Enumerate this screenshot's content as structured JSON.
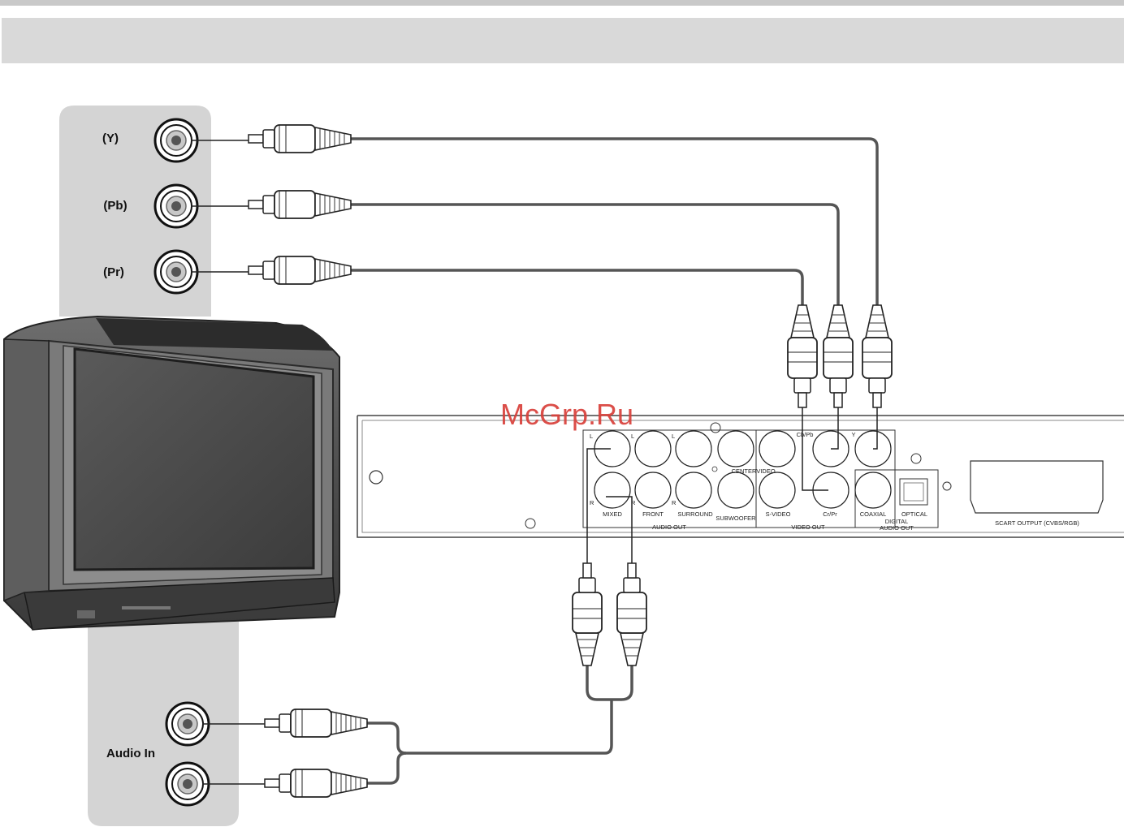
{
  "watermark": "McGrp.Ru",
  "tv_panel": {
    "inputs": [
      "(Y)",
      "(Pb)",
      "(Pr)"
    ],
    "audio_in_label": "Audio In"
  },
  "player_panel": {
    "audio_out": {
      "channels_top": [
        "L",
        "L",
        "L"
      ],
      "channels_bottom": [
        "R",
        "R",
        "R"
      ],
      "labels": [
        "MIXED",
        "FRONT",
        "SURROUND",
        "SUBWOOFER",
        "CENTER"
      ],
      "group_label": "AUDIO OUT"
    },
    "video_out": {
      "labels": [
        "VIDEO",
        "S-VIDEO",
        "Cb/Pb",
        "Y",
        "Cr/Pr"
      ],
      "group_label": "VIDEO OUT"
    },
    "digital_audio_out": {
      "labels": [
        "COAXIAL",
        "OPTICAL"
      ],
      "group_label_line1": "DIGITAL",
      "group_label_line2": "AUDIO OUT"
    },
    "scart_label": "SCART OUTPUT (CVBS/RGB)"
  },
  "colors": {
    "panel_gray": "#d4d4d4",
    "cable": "#555555",
    "watermark": "#d9403a",
    "header_band": "#d9d9d9"
  }
}
